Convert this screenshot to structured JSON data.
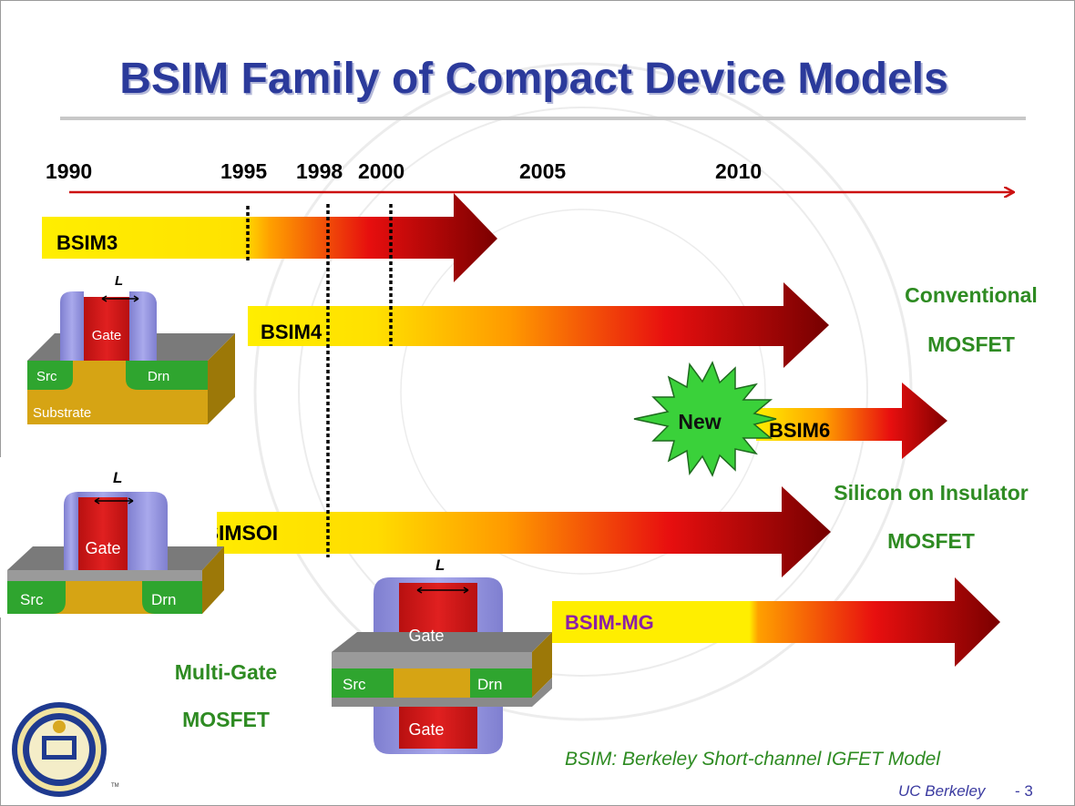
{
  "title": "BSIM Family of Compact Device Models",
  "years": [
    "1990",
    "1995",
    "1998",
    "2000",
    "2005",
    "2010"
  ],
  "bars": {
    "bsim3": "BSIM3",
    "bsim4": "BSIM4",
    "bsim6": "BSIM6",
    "bsimsoi": "BSIMSOI",
    "bsimmg": "BSIM-MG"
  },
  "starburst_label": "New",
  "categories": {
    "conventional": [
      "Conventional",
      "MOSFET"
    ],
    "soi": [
      "Silicon on Insulator",
      "MOSFET"
    ],
    "multigate": [
      "Multi-Gate",
      "MOSFET"
    ]
  },
  "device_labels": {
    "gate": "Gate",
    "src": "Src",
    "drn": "Drn",
    "substrate": "Substrate",
    "length": "L"
  },
  "footer": {
    "definition": "BSIM: Berkeley Short-channel IGFET Model",
    "source": "UC Berkeley",
    "page": "- 3"
  },
  "colors": {
    "title": "#2b3a9b",
    "axis": "#cc1111",
    "category_text": "#2e8b22",
    "bsimmg_text": "#8b1fa8",
    "footer_text": "#3a3aa0"
  }
}
